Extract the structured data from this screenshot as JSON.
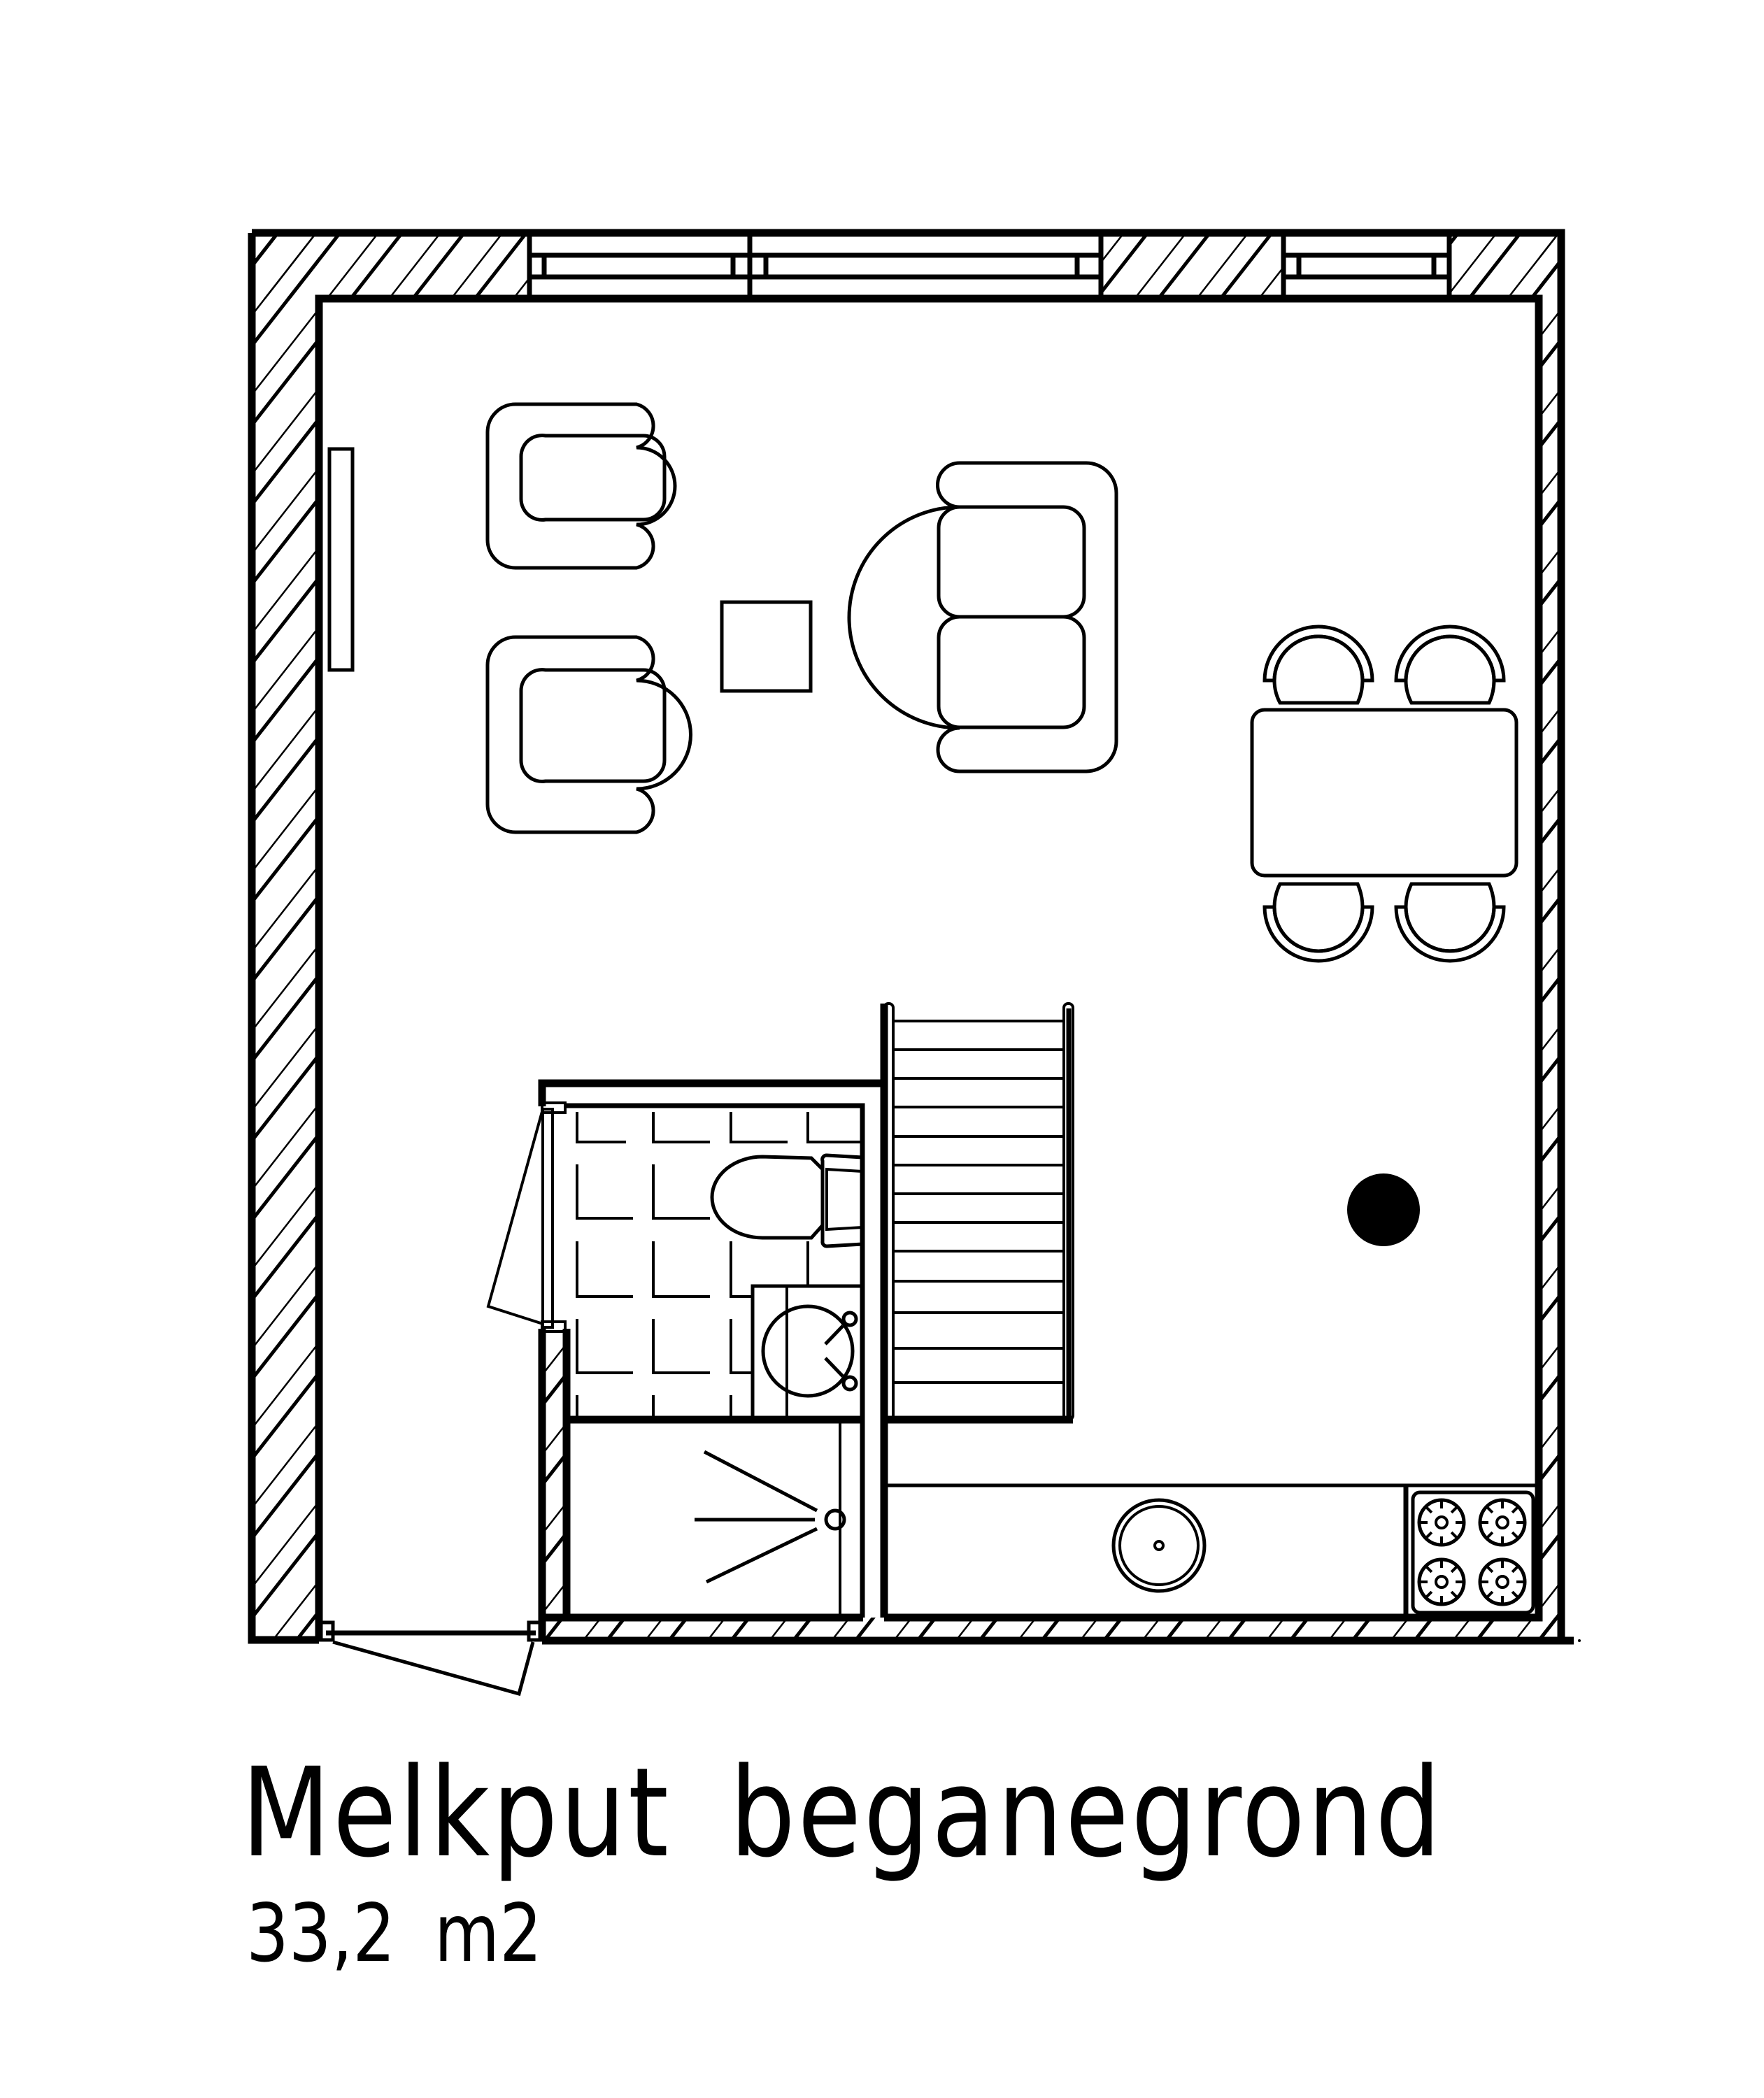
{
  "plan": {
    "title": "Melkput beganegrond",
    "area": "33,2 m2",
    "rooms": [
      {
        "name": "living-room",
        "furniture": [
          "armchair",
          "armchair",
          "coffee-table",
          "sofa",
          "radiator"
        ]
      },
      {
        "name": "dining-area",
        "furniture": [
          "dining-table",
          "chair",
          "chair",
          "chair",
          "chair"
        ]
      },
      {
        "name": "toilet",
        "furniture": [
          "toilet",
          "washbasin",
          "tile-floor"
        ]
      },
      {
        "name": "shower",
        "furniture": [
          "shower-head"
        ]
      },
      {
        "name": "kitchen",
        "furniture": [
          "counter",
          "sink",
          "stove-4-burner"
        ]
      },
      {
        "name": "stairs",
        "treads": 14
      },
      {
        "name": "entrance",
        "furniture": [
          "front-door"
        ]
      }
    ],
    "colors": {
      "line": "#000000",
      "background": "#ffffff"
    }
  }
}
